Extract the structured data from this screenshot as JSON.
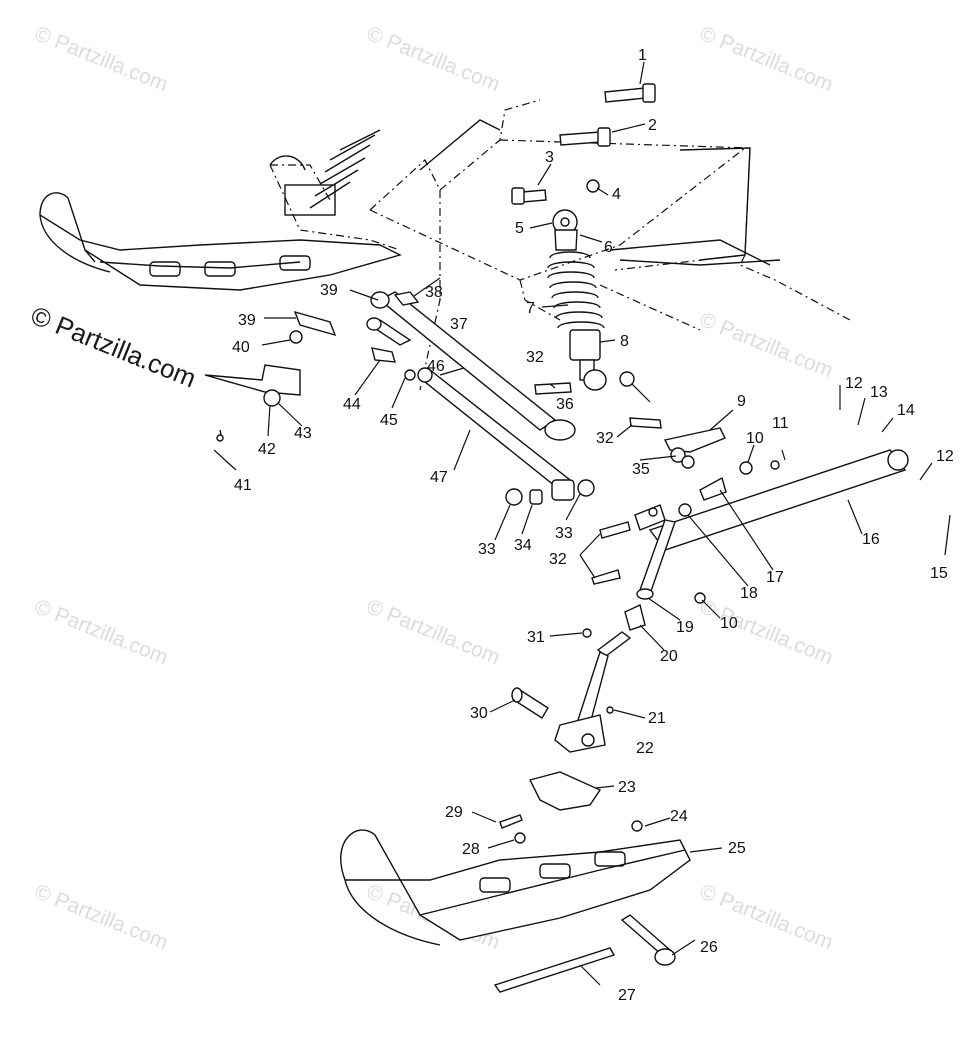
{
  "watermark": {
    "text": "© Partzilla.com",
    "color": "#dcdcdc"
  },
  "callouts": [
    "1",
    "2",
    "3",
    "4",
    "5",
    "6",
    "7",
    "8",
    "9",
    "10",
    "11",
    "12",
    "13",
    "14",
    "15",
    "16",
    "17",
    "18",
    "19",
    "20",
    "21",
    "22",
    "23",
    "24",
    "25",
    "26",
    "27",
    "28",
    "29",
    "30",
    "31",
    "32",
    "33",
    "34",
    "35",
    "36",
    "37",
    "38",
    "39",
    "40",
    "41",
    "42",
    "43",
    "44",
    "45",
    "46",
    "47"
  ]
}
